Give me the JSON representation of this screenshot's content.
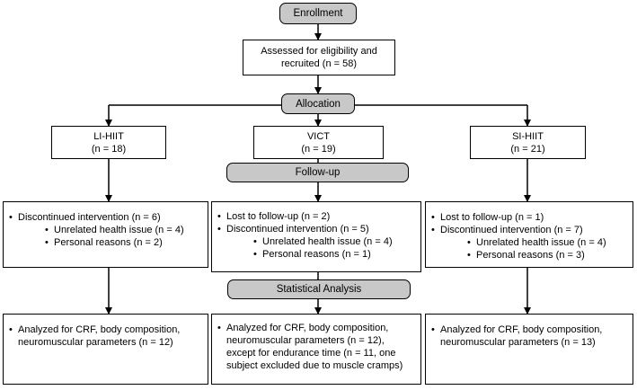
{
  "enrollment": "Enrollment",
  "assessed": {
    "line1": "Assessed for eligibility and",
    "line2": "recruited (n = 58)"
  },
  "allocation": "Allocation",
  "followup": "Follow-up",
  "statistical": "Statistical Analysis",
  "groups": {
    "lihiit": {
      "name": "LI-HIIT",
      "n": "(n = 18)"
    },
    "vict": {
      "name": "VICT",
      "n": "(n = 19)"
    },
    "sihiit": {
      "name": "SI-HIIT",
      "n": "(n = 21)"
    }
  },
  "followup_boxes": {
    "left": [
      "Discontinued intervention (n = 6)",
      "Unrelated health issue (n = 4)",
      "Personal reasons (n = 2)"
    ],
    "middle": [
      "Lost to follow-up (n = 2)",
      "Discontinued intervention (n = 5)",
      "Unrelated health issue (n = 4)",
      "Personal reasons (n = 1)"
    ],
    "right": [
      "Lost to follow-up (n = 1)",
      "Discontinued intervention (n = 7)",
      "Unrelated health issue (n = 4)",
      "Personal reasons (n = 3)"
    ]
  },
  "analysis_boxes": {
    "left": [
      "Analyzed for CRF, body composition,",
      "neuromuscular parameters (n = 12)"
    ],
    "middle": [
      "Analyzed for CRF, body composition,",
      "neuromuscular parameters (n = 12),",
      "except for endurance time (n = 11, one",
      "subject excluded due to muscle cramps)"
    ],
    "right": [
      "Analyzed for CRF, body composition,",
      "neuromuscular parameters (n = 13)"
    ]
  },
  "bullet": "•"
}
